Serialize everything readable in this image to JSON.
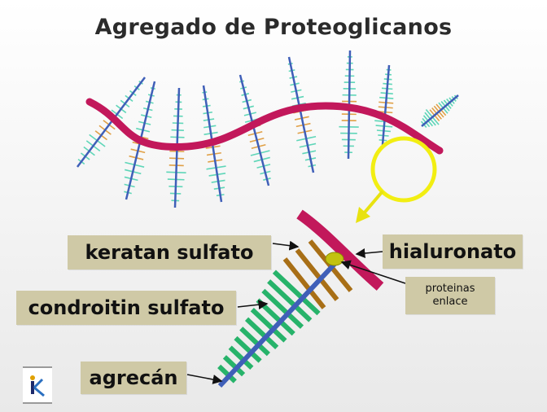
{
  "title": "Agregado de Proteoglicanos",
  "labels": {
    "keratan": "keratan sulfato",
    "condroitin": "condroitin sulfato",
    "agrecan": "agrecán",
    "hialuronato": "hialuronato",
    "proteinas_line1": "proteinas",
    "proteinas_line2": "enlace"
  },
  "colors": {
    "hialuronato": "#c2185b",
    "core_protein": "#3f5fb8",
    "condroitin": "#27b36a",
    "keratan": "#a86f16",
    "link_protein": "#c2c210",
    "magnifier": "#f2ee12",
    "label_bg": "#cfc9a6"
  },
  "icons": [
    "magnifier-circle",
    "arrow-down-left",
    "logo-icon"
  ]
}
